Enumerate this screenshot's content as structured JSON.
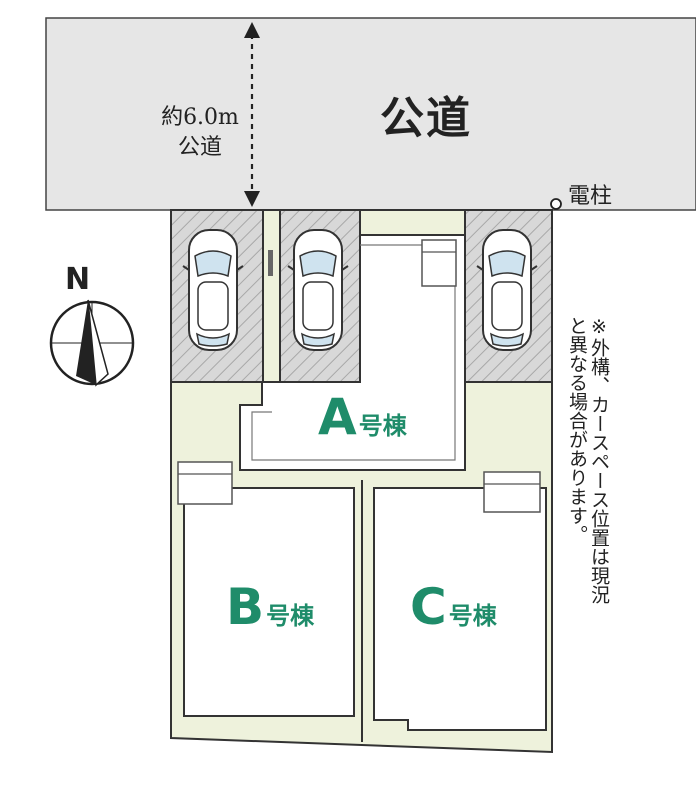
{
  "road": {
    "title": "公道",
    "width_value": "約6.0m",
    "width_type": "公道"
  },
  "utility_pole": {
    "label": "電柱"
  },
  "compass": {
    "letter": "N"
  },
  "buildings": [
    {
      "letter": "A",
      "suffix": "号棟"
    },
    {
      "letter": "B",
      "suffix": "号棟"
    },
    {
      "letter": "C",
      "suffix": "号棟"
    }
  ],
  "note": "※外構、カースペース位置は現況と異なる場合があります。",
  "colors": {
    "road": "#e6e6e6",
    "lot": "#eef2dc",
    "building_label": "#1f8c6a",
    "outline": "#222222"
  }
}
